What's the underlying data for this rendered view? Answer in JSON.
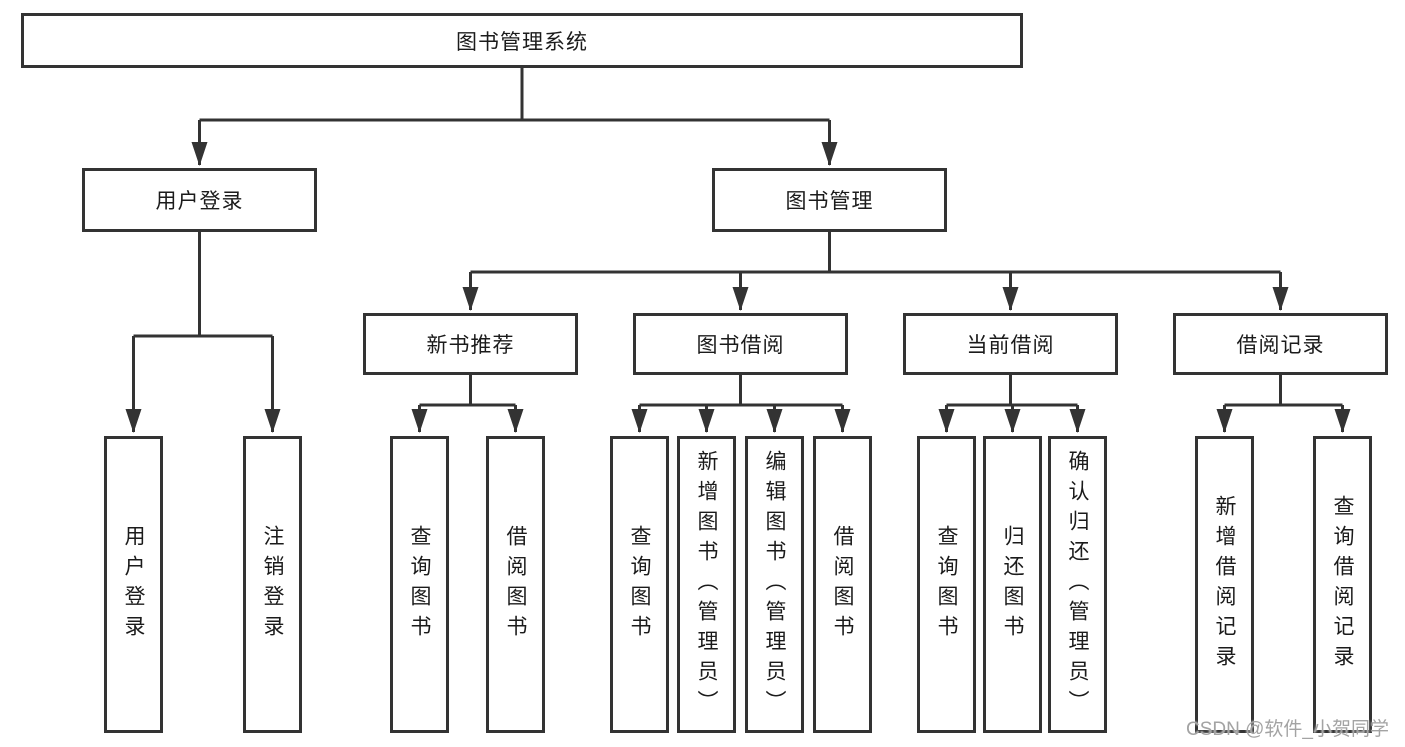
{
  "nodes": {
    "root": {
      "label": "图书管理系统"
    },
    "user_login": {
      "label": "用户登录"
    },
    "book_management": {
      "label": "图书管理"
    },
    "new_book_recommend": {
      "label": "新书推荐"
    },
    "book_borrow": {
      "label": "图书借阅"
    },
    "current_borrow": {
      "label": "当前借阅"
    },
    "borrow_records": {
      "label": "借阅记录"
    },
    "leaves": {
      "user_login": {
        "label": "用户登录"
      },
      "logout": {
        "label": "注销登录"
      },
      "nb_query": {
        "label": "查询图书"
      },
      "nb_borrow": {
        "label": "借阅图书"
      },
      "bb_query": {
        "label": "查询图书"
      },
      "bb_add": {
        "label": "新增图书（管理员）"
      },
      "bb_edit": {
        "label": "编辑图书（管理员）"
      },
      "bb_borrow": {
        "label": "借阅图书"
      },
      "cb_query": {
        "label": "查询图书"
      },
      "cb_return": {
        "label": "归还图书"
      },
      "cb_confirm": {
        "label": "确认归还（管理员）"
      },
      "br_add": {
        "label": "新增借阅记录"
      },
      "br_query": {
        "label": "查询借阅记录"
      }
    }
  },
  "hierarchy": {
    "图书管理系统": {
      "用户登录": [
        "用户登录",
        "注销登录"
      ],
      "图书管理": {
        "新书推荐": [
          "查询图书",
          "借阅图书"
        ],
        "图书借阅": [
          "查询图书",
          "新增图书（管理员）",
          "编辑图书（管理员）",
          "借阅图书"
        ],
        "当前借阅": [
          "查询图书",
          "归还图书",
          "确认归还（管理员）"
        ],
        "借阅记录": [
          "新增借阅记录",
          "查询借阅记录"
        ]
      }
    }
  },
  "watermark": {
    "text": "CSDN @软件_小贺同学"
  },
  "colors": {
    "line": "#333333",
    "box_border": "#333333",
    "text": "#1b1b1b",
    "watermark": "#a3a3a3",
    "background": "#ffffff"
  }
}
